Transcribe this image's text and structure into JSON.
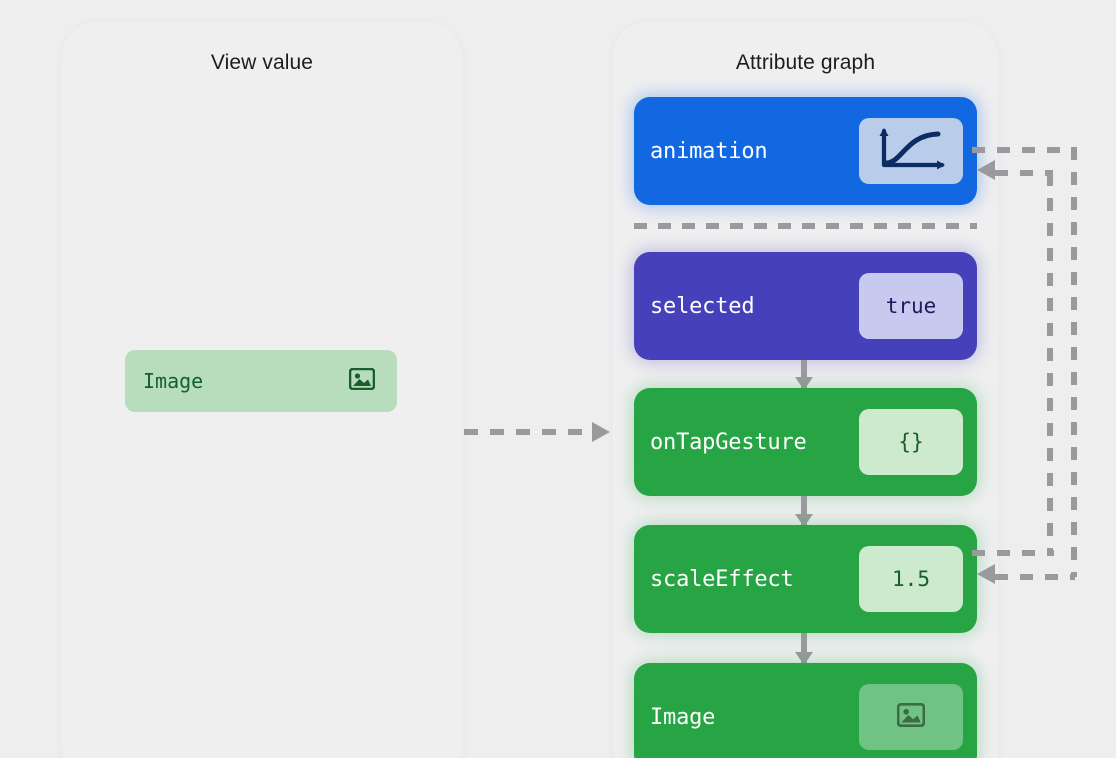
{
  "background_color": "#eeeeef",
  "panels": {
    "view": {
      "title": "View value",
      "chip": {
        "label": "Image",
        "icon": "photo-icon",
        "bg_color": "#b7ddbd",
        "text_color": "#17602b"
      }
    },
    "graph": {
      "title": "Attribute graph"
    }
  },
  "nodes": [
    {
      "id": "animation",
      "label": "animation",
      "value": "",
      "value_icon": "easing-curve-icon",
      "color": "#1168e0",
      "value_bg": "#b9ccea"
    },
    {
      "id": "selected",
      "label": "selected",
      "value": "true",
      "value_icon": "",
      "color": "#4641bb",
      "value_bg": "#c7c9ee"
    },
    {
      "id": "onTapGesture",
      "label": "onTapGesture",
      "value": "{}",
      "value_icon": "",
      "color": "#27a544",
      "value_bg": "#cdeace"
    },
    {
      "id": "scaleEffect",
      "label": "scaleEffect",
      "value": "1.5",
      "value_icon": "",
      "color": "#27a544",
      "value_bg": "#cdeace"
    },
    {
      "id": "image",
      "label": "Image",
      "value": "",
      "value_icon": "photo-icon",
      "color": "#27a544",
      "value_bg": "rgba(255,255,255,0.34)"
    }
  ],
  "edges": {
    "cross_panel": {
      "from": "View value chip",
      "to": "Attribute graph",
      "style": "dashed",
      "direction": "right"
    },
    "separator": {
      "under": "animation",
      "style": "dashed"
    },
    "chain": [
      {
        "from": "selected",
        "to": "onTapGesture",
        "style": "solid"
      },
      {
        "from": "onTapGesture",
        "to": "scaleEffect",
        "style": "solid"
      },
      {
        "from": "scaleEffect",
        "to": "image",
        "style": "solid"
      }
    ],
    "feedback": [
      {
        "from": "animation",
        "to": "scaleEffect",
        "style": "dashed"
      },
      {
        "from": "scaleEffect",
        "to": "animation",
        "style": "dashed"
      }
    ]
  },
  "colors": {
    "connector": "#9a9a9e",
    "panel": "#efeff0",
    "title_text": "#1d1d1f"
  }
}
